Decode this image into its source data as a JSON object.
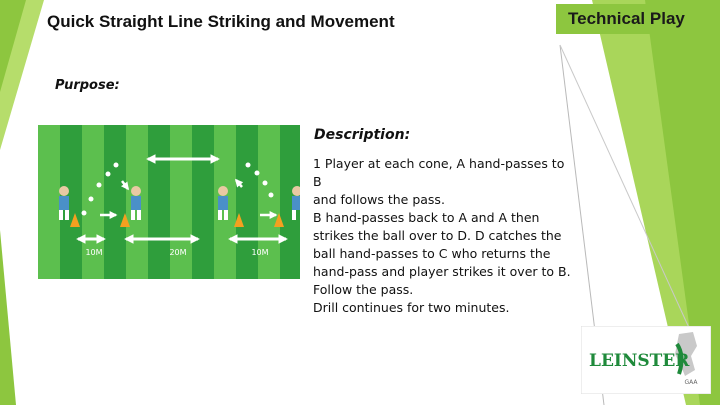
{
  "slide": {
    "title": "Quick Straight Line Striking and Movement",
    "category_badge": "Technical Play",
    "purpose_label": "Purpose:",
    "description_label": "Description",
    "description_colon": ":",
    "description_lines": [
      "1 Player at each cone, A hand-passes to B",
      "and follows the pass.",
      "B hand-passes back to A and A then",
      "strikes the ball over to D. D catches the",
      "ball hand-passes to C who returns the",
      "hand-pass and player strikes it over to B.",
      "Follow the pass.",
      "Drill continues for two minutes."
    ]
  },
  "diagram": {
    "distance_labels": [
      "10M",
      "20M",
      "10M"
    ]
  },
  "logo": {
    "text": "LEINSTER",
    "subtext": "GAA"
  },
  "colors": {
    "accent_green": "#8dc63f",
    "pitch_stripe_dark": "#2f9e3c",
    "pitch_stripe_light": "#5cbf4e",
    "logo_green": "#1f8a3b"
  }
}
